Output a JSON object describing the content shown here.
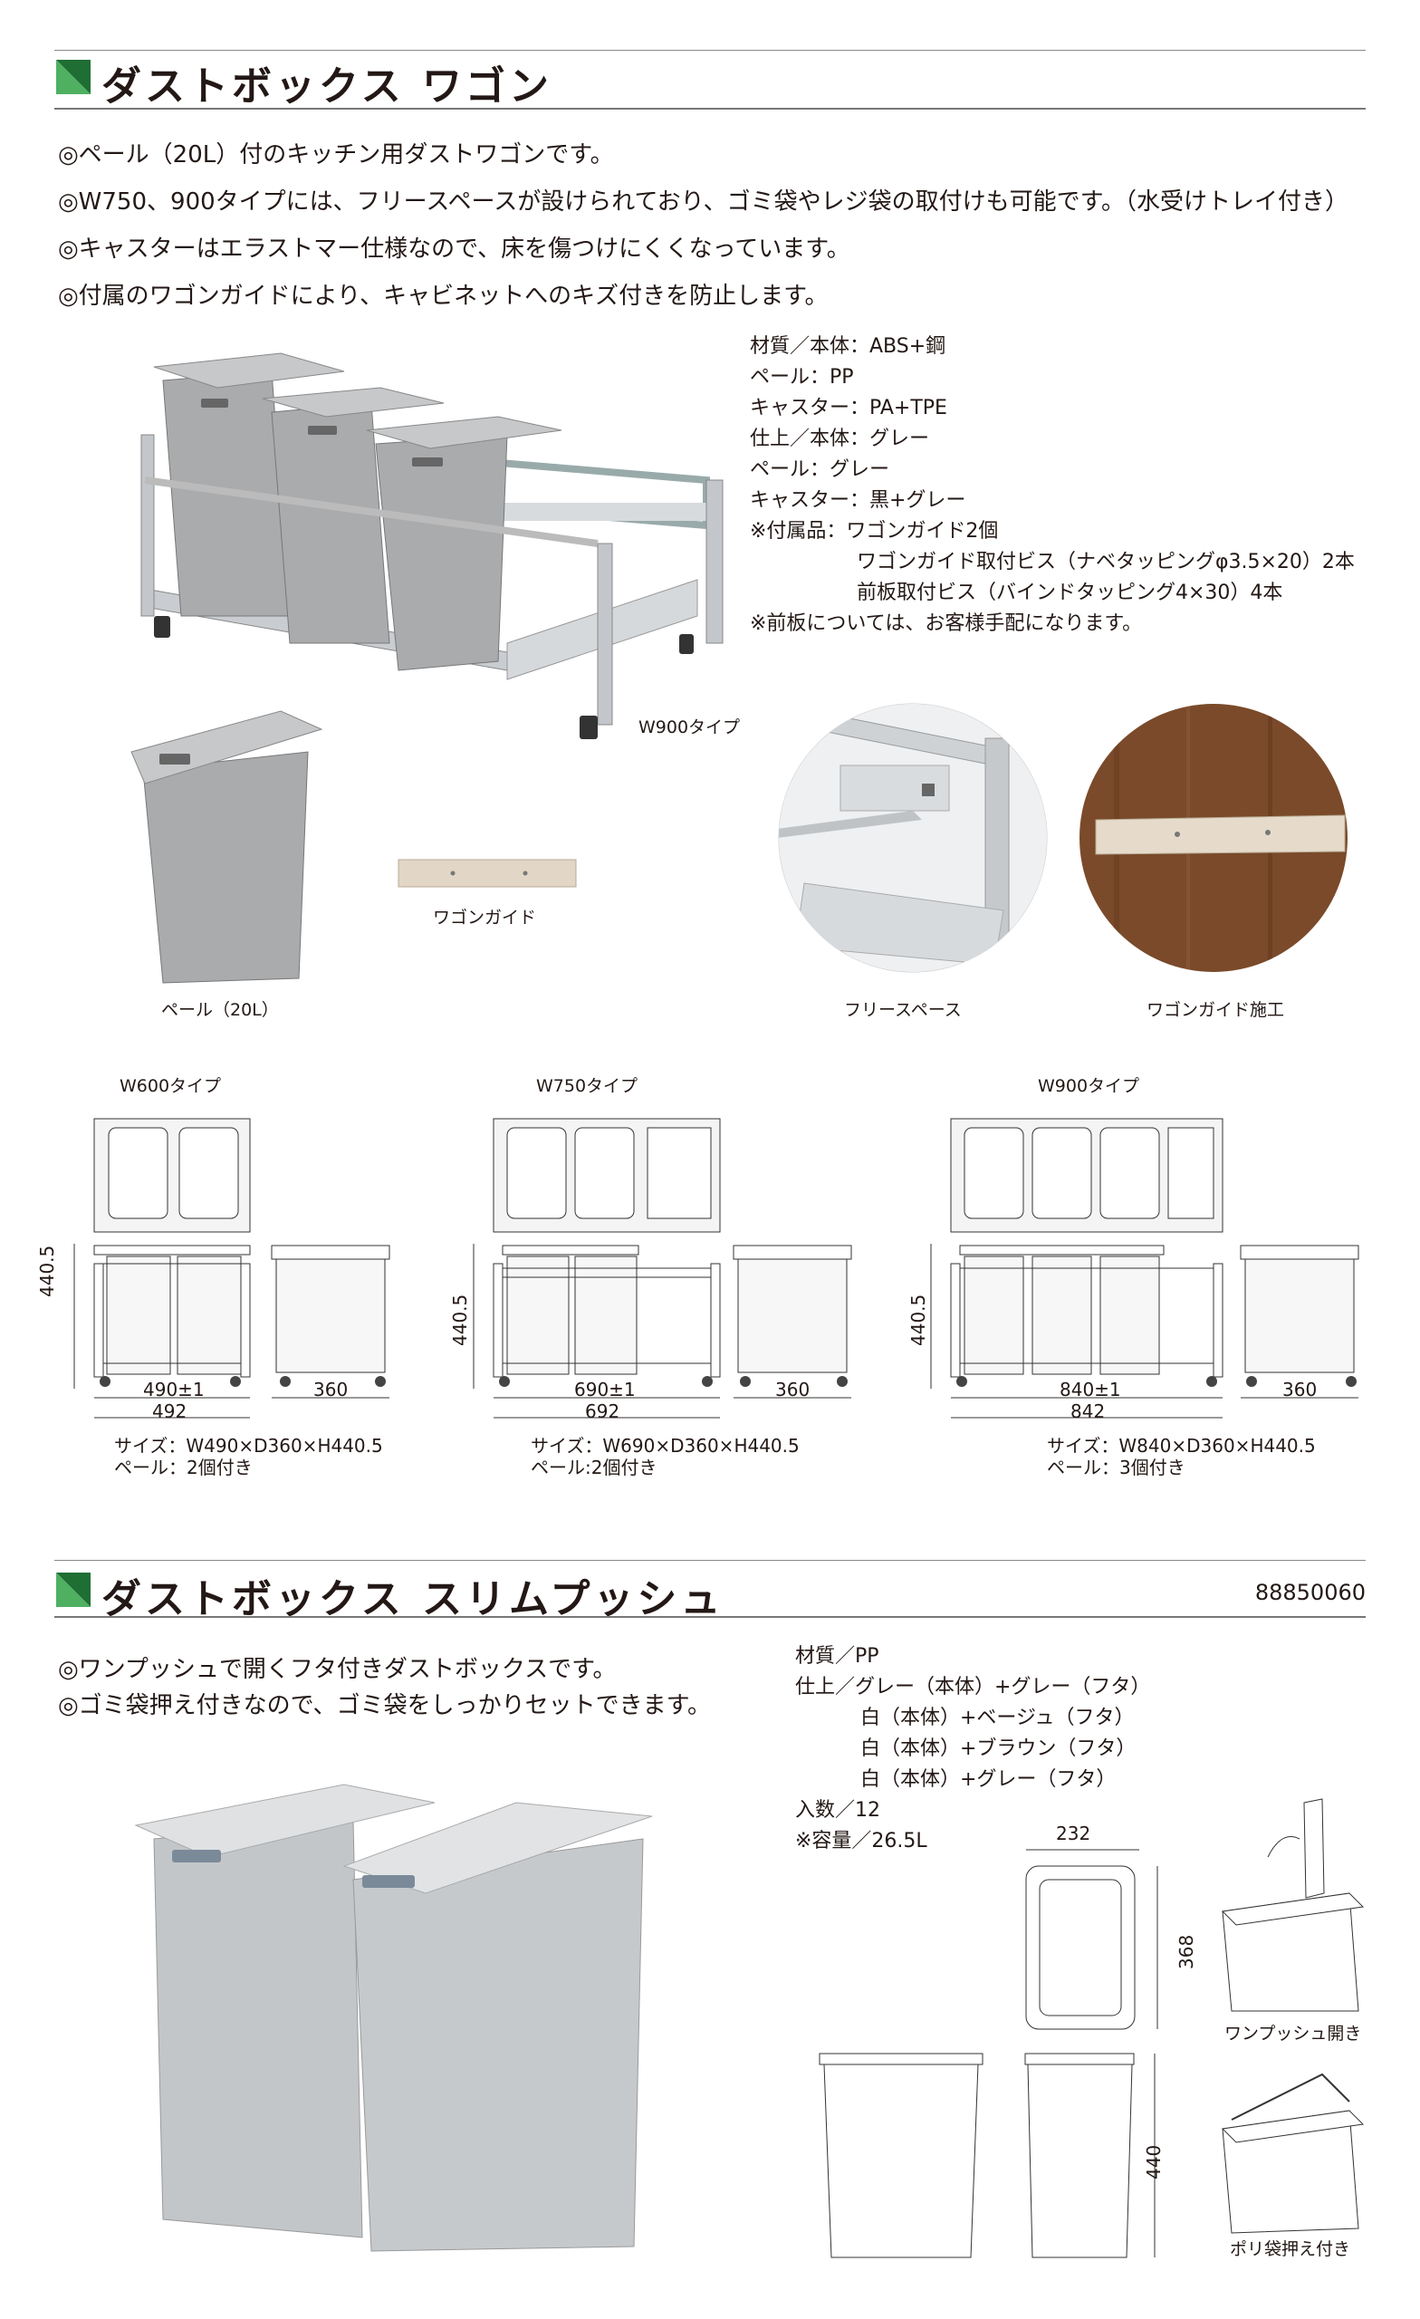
{
  "section1": {
    "title": "ダストボックス ワゴン",
    "bullets": [
      "◎ペール（20L）付のキッチン用ダストワゴンです。",
      "◎W750、900タイプには、フリースペースが設けられており、ゴミ袋やレジ袋の取付けも可能です。（水受けトレイ付き）",
      "◎キャスターはエラストマー仕様なので、床を傷つけにくくなっています。",
      "◎付属のワゴンガイドにより、キャビネットへのキズ付きを防止します。"
    ],
    "specs": [
      "材質／本体：ABS+鋼",
      "ペール：PP",
      "キャスター：PA+TPE",
      "仕上／本体：グレー",
      "ペール：グレー",
      "キャスター：黒+グレー",
      "※付属品：ワゴンガイド2個",
      "ワゴンガイド取付ビス（ナベタッピングφ3.5×20）2本",
      "前板取付ビス（バインドタッピング4×30）4本",
      "※前板については、お客様手配になります。"
    ],
    "photo_captions": {
      "w900": "W900タイプ",
      "pail": "ペール（20L）",
      "guide": "ワゴンガイド",
      "free_space": "フリースペース",
      "guide_install": "ワゴンガイド施工"
    },
    "drawings": [
      {
        "type_label": "W600タイプ",
        "height": "440.5",
        "inner_width": "490±1",
        "outer_width": "492",
        "depth": "360",
        "size": "サイズ：W490×D360×H440.5",
        "pail": "ペール：2個付き"
      },
      {
        "type_label": "W750タイプ",
        "height": "440.5",
        "inner_width": "690±1",
        "outer_width": "692",
        "depth": "360",
        "size": "サイズ：W690×D360×H440.5",
        "pail": "ペール:2個付き"
      },
      {
        "type_label": "W900タイプ",
        "height": "440.5",
        "inner_width": "840±1",
        "outer_width": "842",
        "depth": "360",
        "size": "サイズ：W840×D360×H440.5",
        "pail": "ペール：3個付き"
      }
    ]
  },
  "section2": {
    "title": "ダストボックス スリムプッシュ",
    "code": "88850060",
    "bullets": [
      "◎ワンプッシュで開くフタ付きダストボックスです。",
      "◎ゴミ袋押え付きなので、ゴミ袋をしっかりセットできます。"
    ],
    "specs": [
      "材質／PP",
      "仕上／グレー（本体）+グレー（フタ）",
      "白（本体）+ベージュ（フタ）",
      "白（本体）+ブラウン（フタ）",
      "白（本体）+グレー（フタ）",
      "入数／12",
      "※容量／26.5L"
    ],
    "dims": {
      "width": "232",
      "depth": "368",
      "height": "440"
    },
    "captions": {
      "one_push": "ワンプッシュ開き",
      "bag_holder": "ポリ袋押え付き"
    }
  },
  "colors": {
    "accent_green": "#2e8b3e",
    "text": "#231815",
    "bin_gray": "#a9abad",
    "wood": "#7a4a2a"
  }
}
